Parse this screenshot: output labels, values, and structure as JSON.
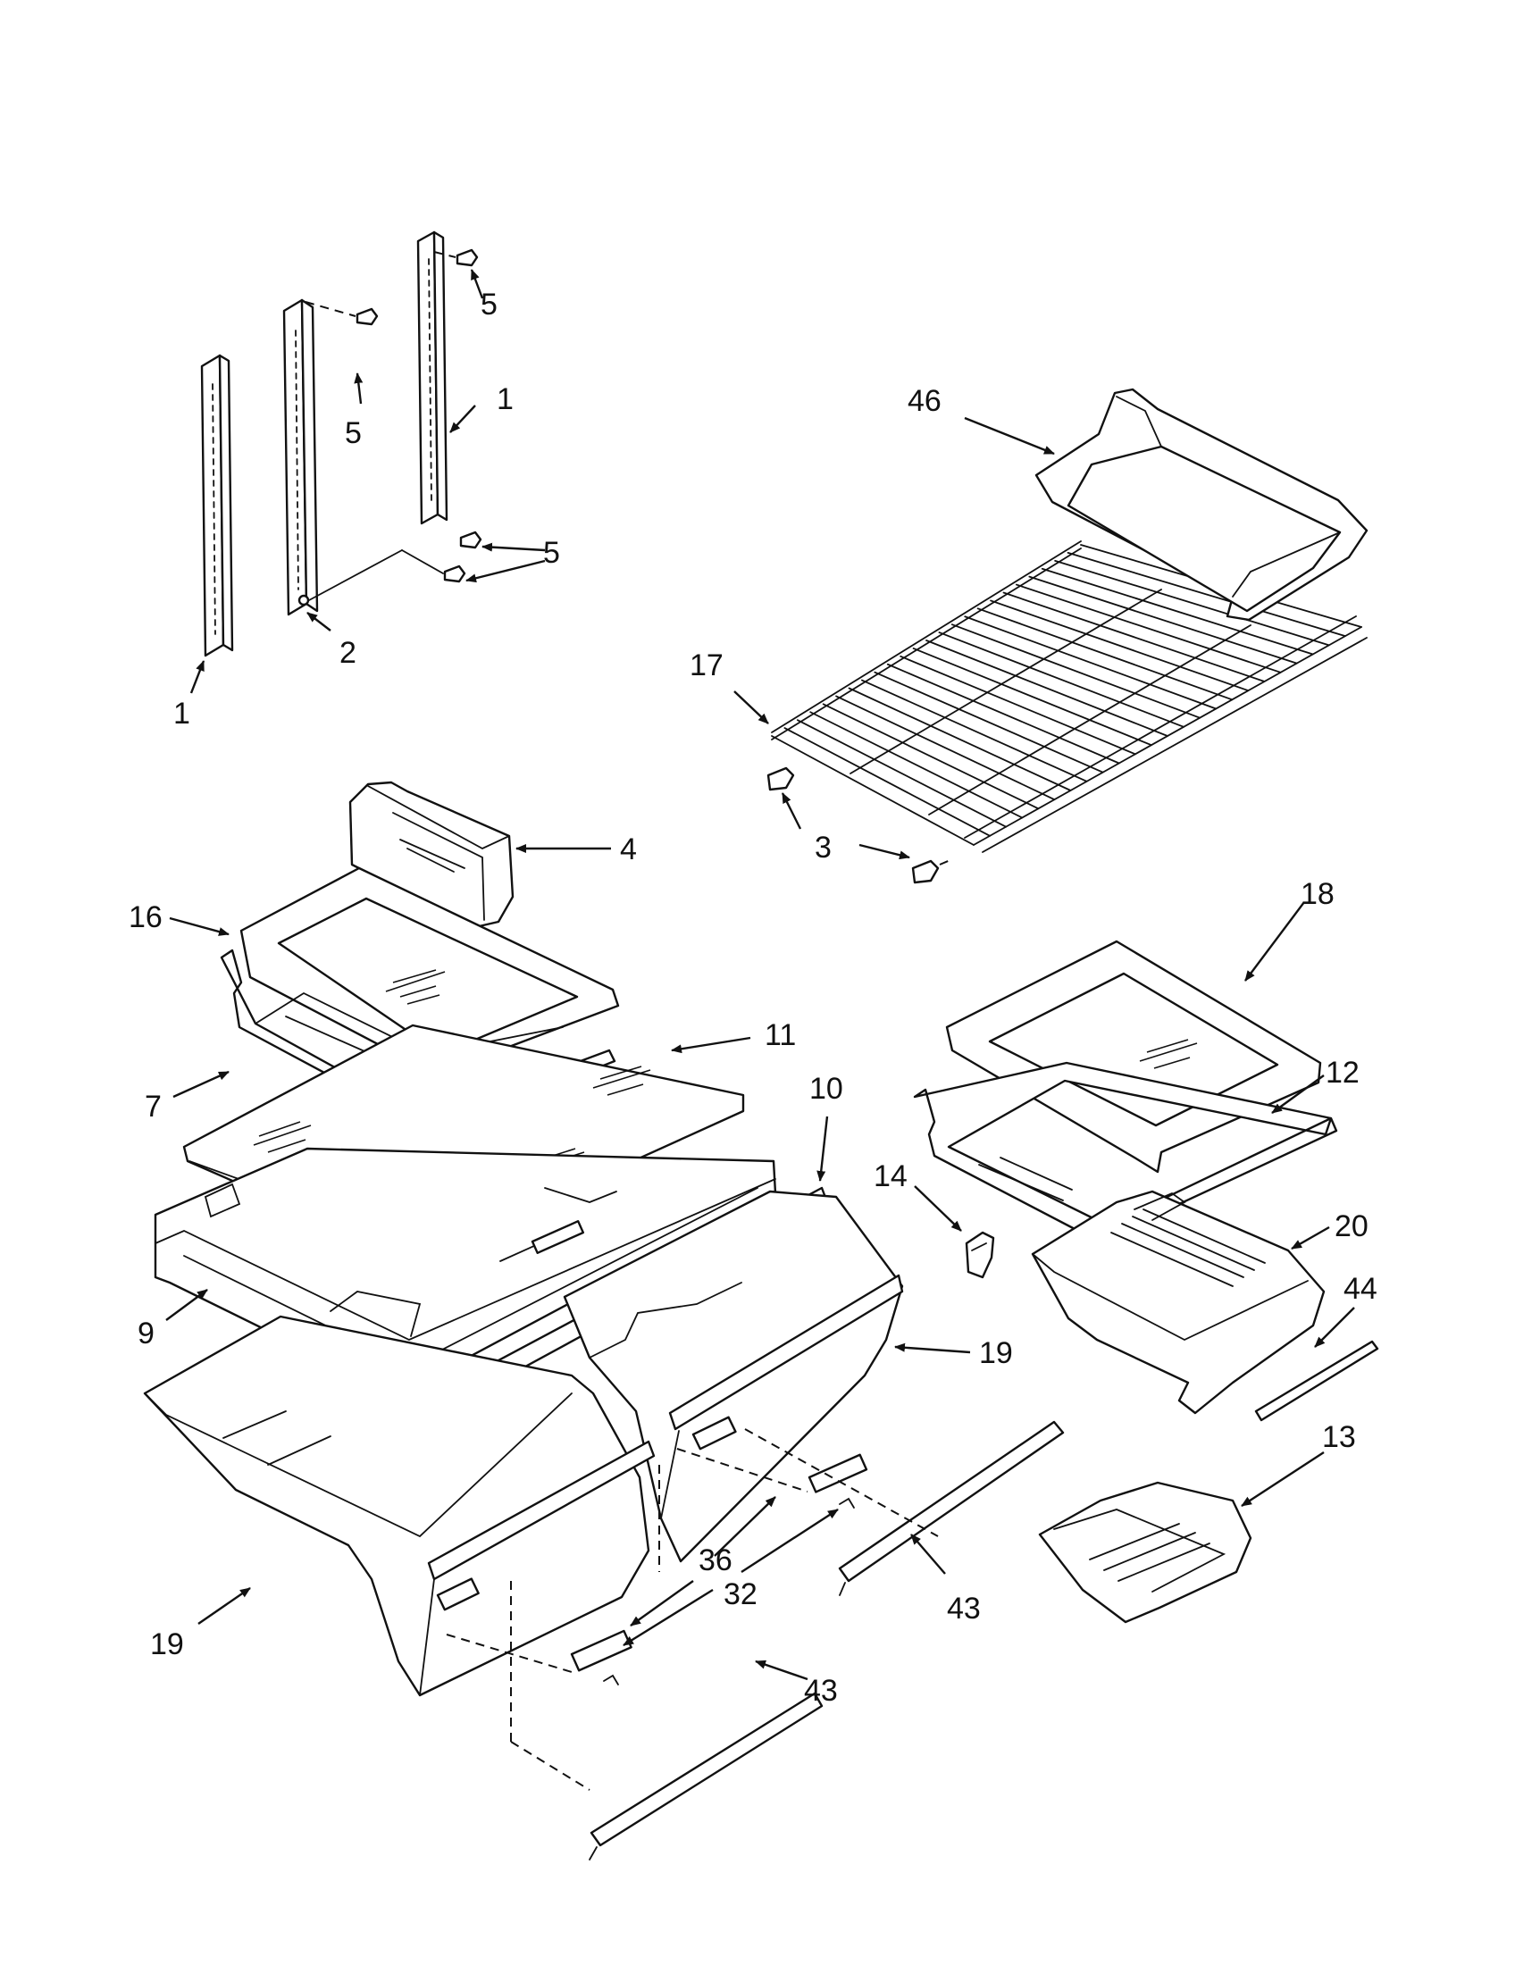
{
  "callouts": [
    "1",
    "1",
    "2",
    "5",
    "5",
    "5",
    "46",
    "17",
    "3",
    "4",
    "16",
    "11",
    "7",
    "10",
    "9",
    "18",
    "12",
    "14",
    "20",
    "44",
    "19",
    "19",
    "13",
    "36",
    "32",
    "43",
    "43"
  ],
  "colors": {
    "line": "#111111",
    "background": "#ffffff"
  }
}
